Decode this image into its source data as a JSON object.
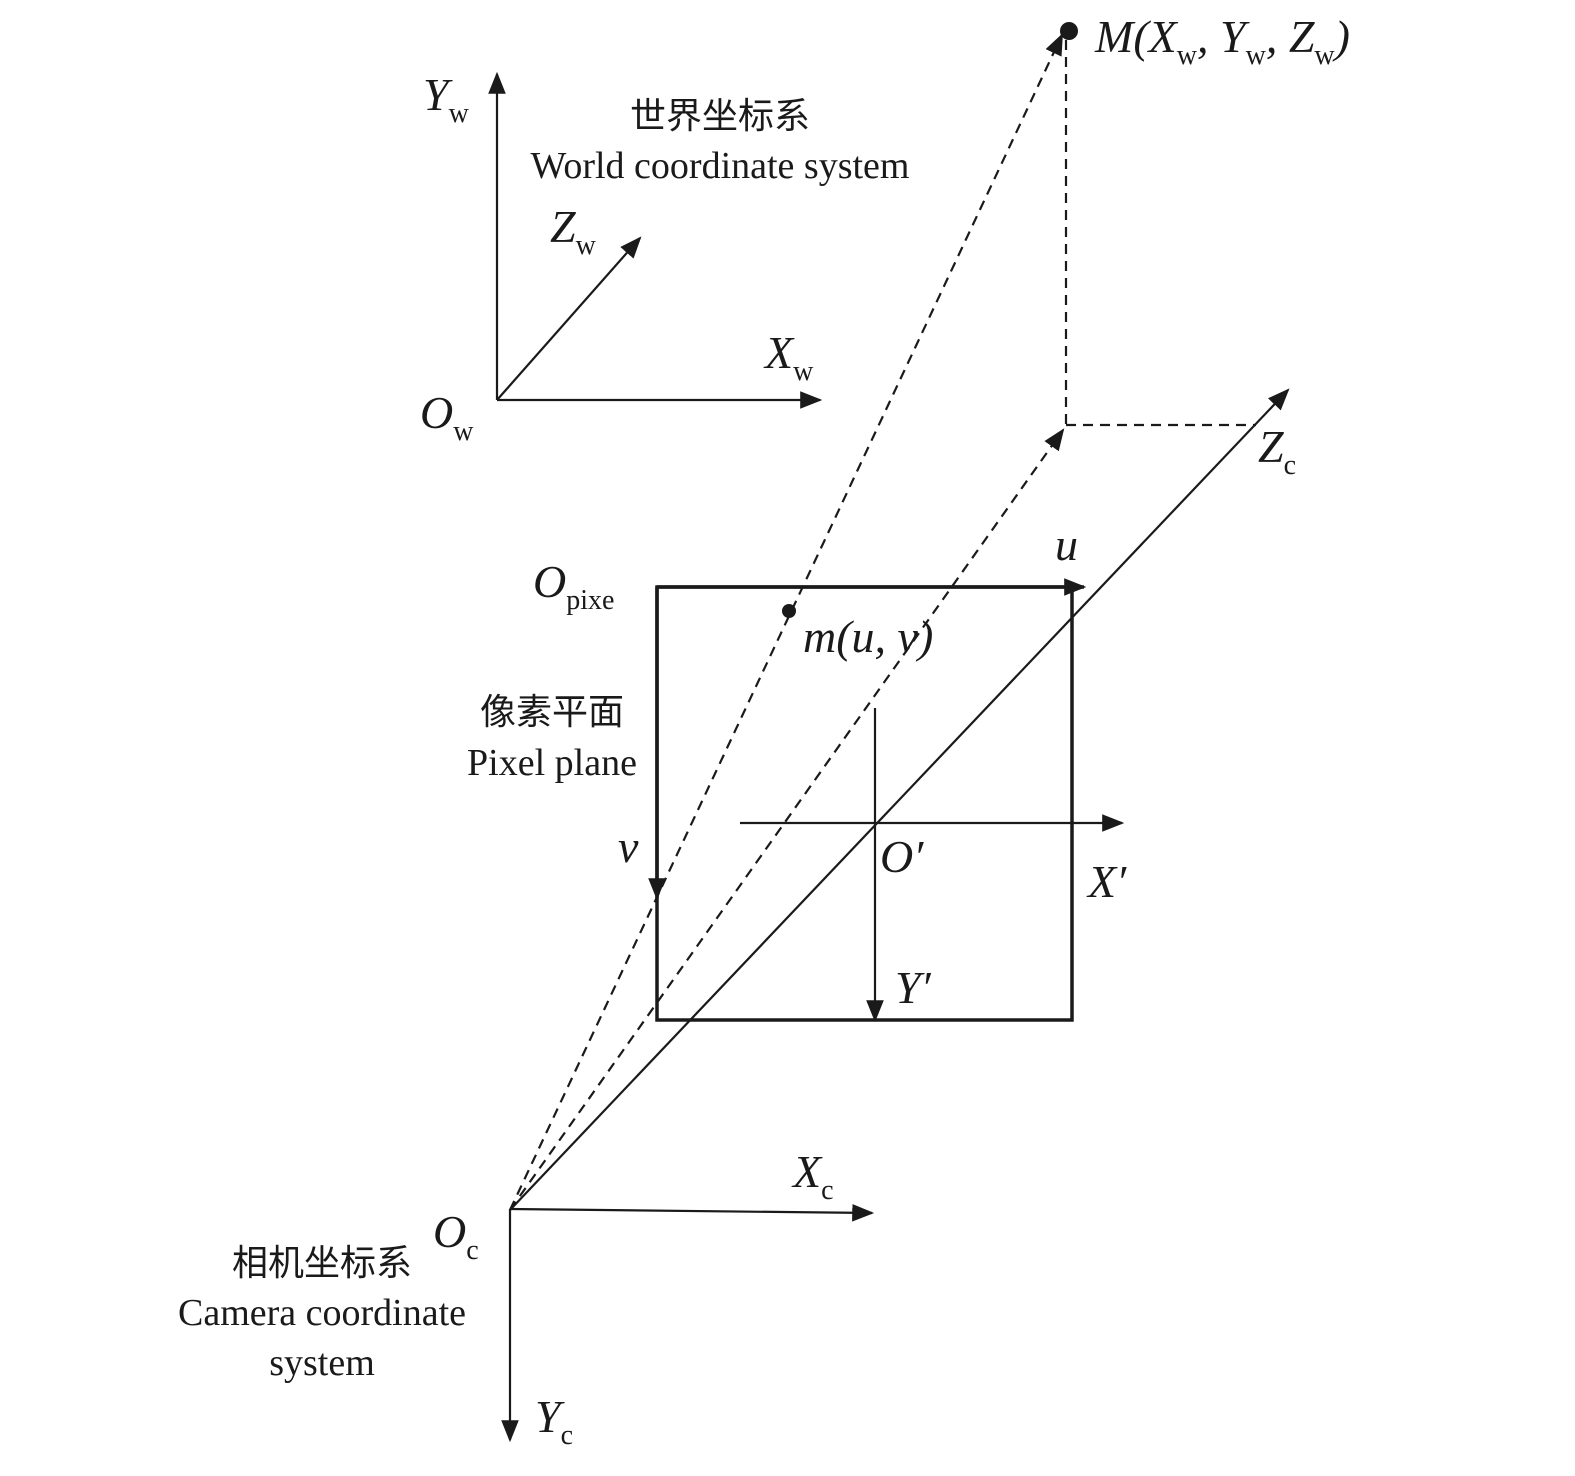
{
  "world": {
    "title_cn": "世界坐标系",
    "title_en": "World coordinate system",
    "y_axis": {
      "main": "Y",
      "sub": "w"
    },
    "z_axis": {
      "main": "Z",
      "sub": "w"
    },
    "x_axis": {
      "main": "X",
      "sub": "w"
    },
    "origin": {
      "main": "O",
      "sub": "w"
    }
  },
  "point_M": {
    "label_m": "M(X",
    "s1": "w",
    "p1": ", Y",
    "s2": "w",
    "p2": ", Z",
    "s3": "w",
    "p3": ")"
  },
  "camera_z": {
    "main": "Z",
    "sub": "c"
  },
  "pixel_plane": {
    "title_cn": "像素平面",
    "title_en": "Pixel plane",
    "origin": {
      "main": "O",
      "sub": "pixe"
    },
    "u_axis": "u",
    "v_axis": "v",
    "point_m": "m(u, v)"
  },
  "image_plane": {
    "origin": "O′",
    "x_axis": "X′",
    "y_axis": "Y′"
  },
  "camera": {
    "title_cn": "相机坐标系",
    "title_en_line1": "Camera coordinate",
    "title_en_line2": "system",
    "x_axis": {
      "main": "X",
      "sub": "c"
    },
    "y_axis": {
      "main": "Y",
      "sub": "c"
    },
    "origin": {
      "main": "O",
      "sub": "c"
    }
  }
}
